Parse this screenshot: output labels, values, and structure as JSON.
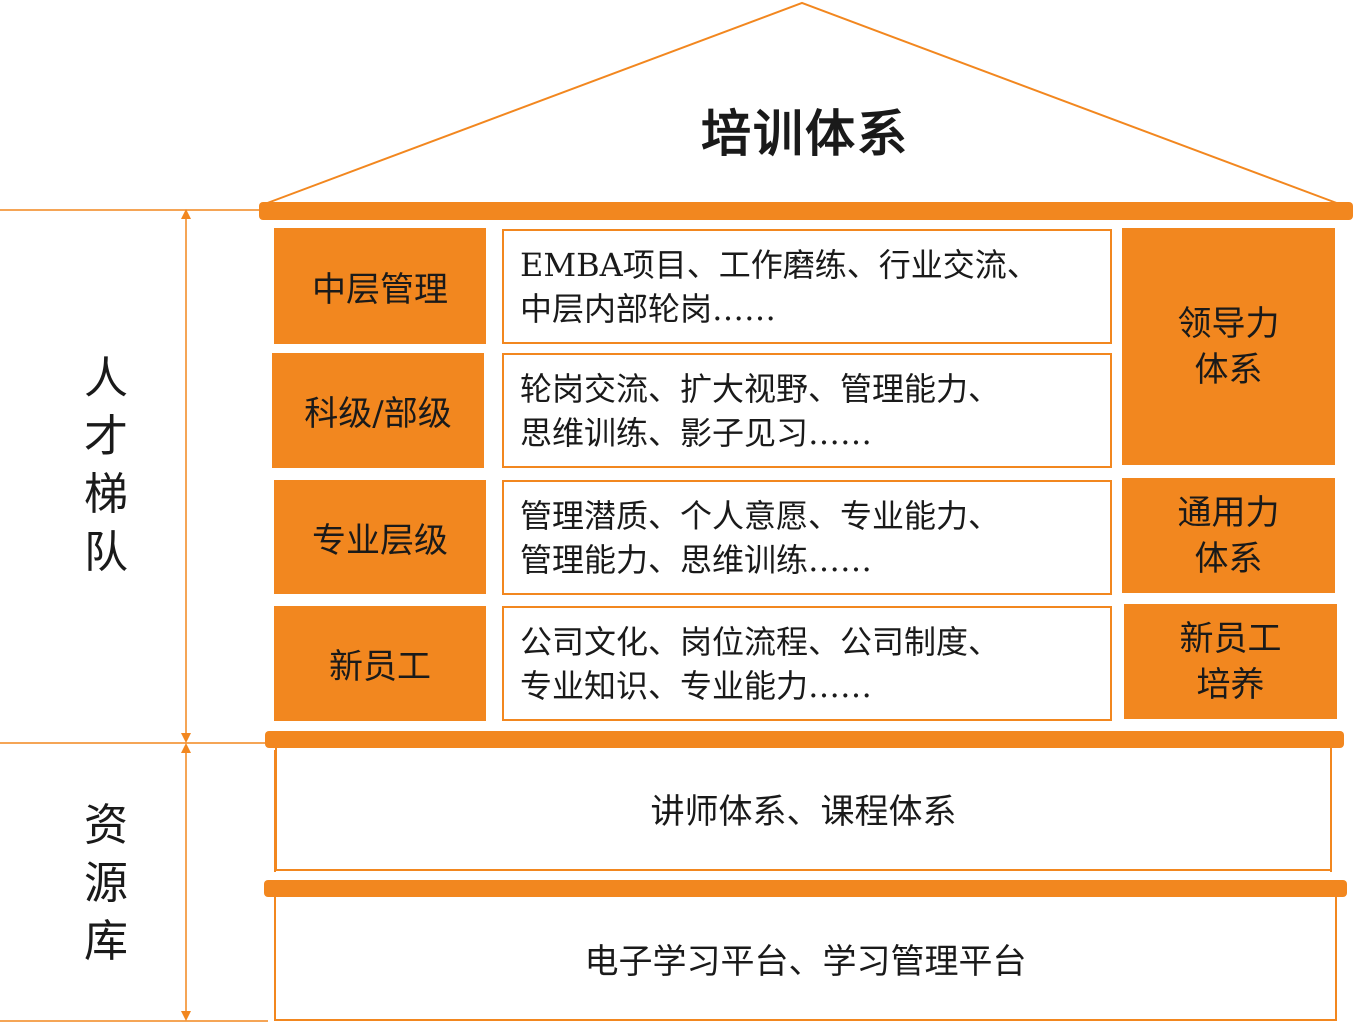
{
  "title": "培训体系",
  "side_labels": {
    "talent": [
      "人",
      "才",
      "梯",
      "队"
    ],
    "resource": [
      "资",
      "源",
      "库"
    ]
  },
  "levels": [
    {
      "name": "中层管理",
      "detail_lines": [
        "EMBA项目、工作磨练、行业交流、",
        "中层内部轮岗……"
      ]
    },
    {
      "name": "科级/部级",
      "detail_lines": [
        "轮岗交流、扩大视野、管理能力、",
        "思维训练、影子见习……"
      ]
    },
    {
      "name": "专业层级",
      "detail_lines": [
        "管理潜质、个人意愿、专业能力、",
        "管理能力、思维训练……"
      ]
    },
    {
      "name": "新员工",
      "detail_lines": [
        "公司文化、岗位流程、公司制度、",
        "专业知识、专业能力……"
      ]
    }
  ],
  "systems": [
    {
      "lines": [
        "领导力",
        "体系"
      ]
    },
    {
      "lines": [
        "通用力",
        "体系"
      ]
    },
    {
      "lines": [
        "新员工",
        "培养"
      ]
    }
  ],
  "resources": [
    "讲师体系、课程体系",
    "电子学习平台、学习管理平台"
  ],
  "colors": {
    "accent": "#f2871f",
    "text": "#1a1a1a"
  }
}
